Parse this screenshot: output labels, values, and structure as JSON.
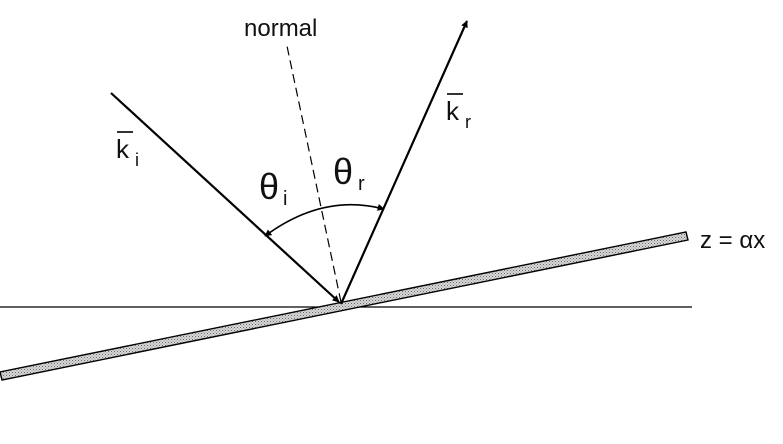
{
  "diagram": {
    "normal_label": "normal",
    "incident": {
      "symbol": "k",
      "subscript": "i"
    },
    "reflected": {
      "symbol": "k",
      "subscript": "r"
    },
    "theta_i": {
      "symbol": "θ",
      "subscript": "i"
    },
    "theta_r": {
      "symbol": "θ",
      "subscript": "r"
    },
    "surface_equation": "z = αx"
  }
}
